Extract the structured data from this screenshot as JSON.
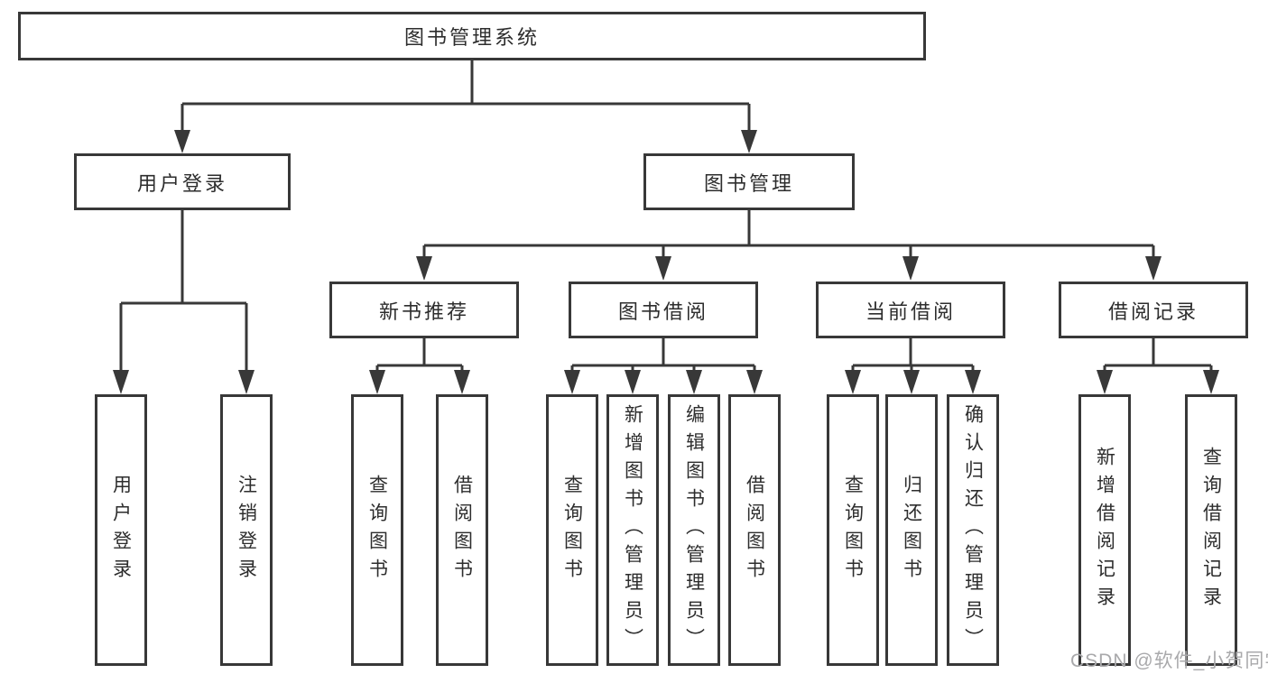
{
  "diagram": {
    "root": {
      "label": "图书管理系统"
    },
    "branches": {
      "user_login": {
        "label": "用户登录",
        "children": [
          {
            "label": "用户登录"
          },
          {
            "label": "注销登录"
          }
        ]
      },
      "book_management": {
        "label": "图书管理",
        "children": [
          {
            "label": "新书推荐",
            "children": [
              {
                "label": "查询图书"
              },
              {
                "label": "借阅图书"
              }
            ]
          },
          {
            "label": "图书借阅",
            "children": [
              {
                "label": "查询图书"
              },
              {
                "label": "新增图书（管理员）"
              },
              {
                "label": "编辑图书（管理员）"
              },
              {
                "label": "借阅图书"
              }
            ]
          },
          {
            "label": "当前借阅",
            "children": [
              {
                "label": "查询图书"
              },
              {
                "label": "归还图书"
              },
              {
                "label": "确认归还（管理员）"
              }
            ]
          },
          {
            "label": "借阅记录",
            "children": [
              {
                "label": "新增借阅记录"
              },
              {
                "label": "查询借阅记录"
              }
            ]
          }
        ]
      }
    },
    "colors": {
      "line": "#383838",
      "text": "#2d2d2d",
      "background": "#ffffff",
      "watermark": "#a9a9ab"
    }
  },
  "watermark": {
    "text": "CSDN @软件_小贺同学"
  }
}
